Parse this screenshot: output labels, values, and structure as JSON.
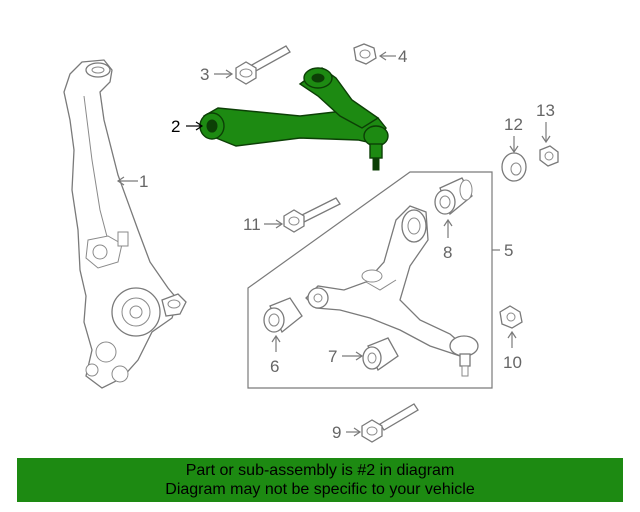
{
  "callouts": {
    "c1": "1",
    "c2": "2",
    "c3": "3",
    "c4": "4",
    "c5": "5",
    "c6": "6",
    "c7": "7",
    "c8": "8",
    "c9": "9",
    "c10": "10",
    "c11": "11",
    "c12": "12",
    "c13": "13"
  },
  "banner": {
    "line1": "Part or sub-assembly is #2 in diagram",
    "line2": "Diagram may not be specific to your vehicle"
  },
  "colors": {
    "highlight": "#1d8a12",
    "banner_bg": "#1d8a12",
    "line_gray": "#7a7a7a"
  }
}
